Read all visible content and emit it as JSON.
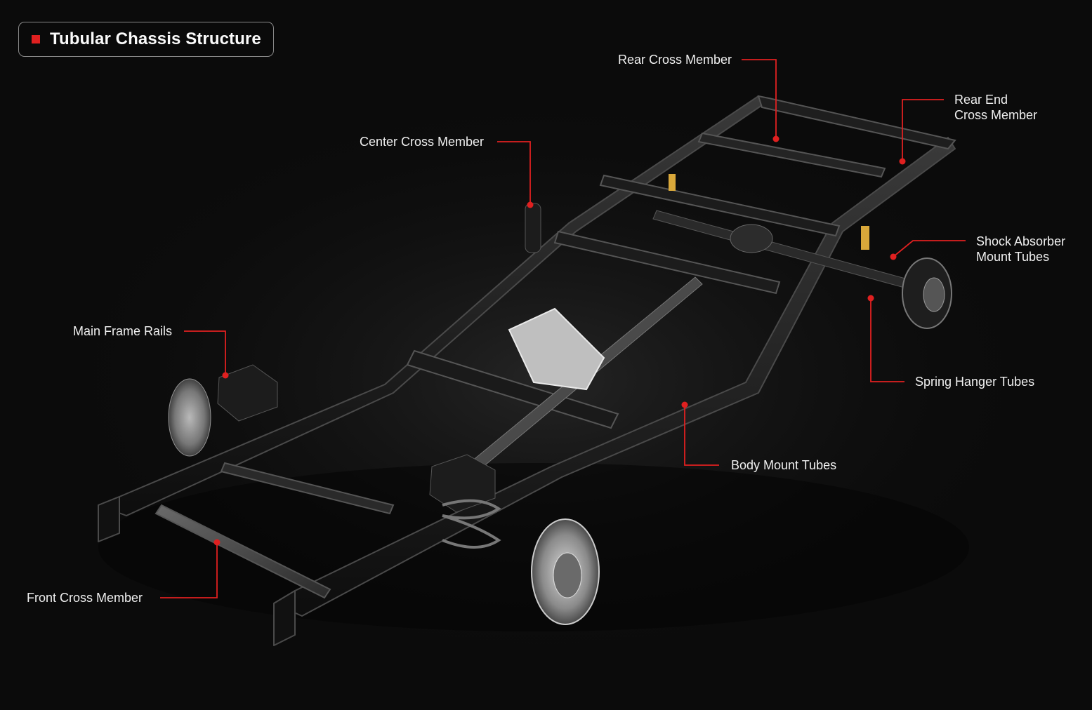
{
  "title": "Tubular Chassis Structure",
  "colors": {
    "accent": "#e02020",
    "frame": "#161616",
    "background": "#0b0b0b",
    "label": "#f0f0f0",
    "rotor": "#9a9a9a"
  },
  "callouts": [
    {
      "id": "rear-cross-member",
      "label": "Rear Cross Member"
    },
    {
      "id": "rear-end-cross-member",
      "label": "Rear End\nCross Member"
    },
    {
      "id": "center-cross-member",
      "label": "Center Cross Member"
    },
    {
      "id": "shock-absorber-mount-tubes",
      "label": "Shock Absorber\nMount Tubes"
    },
    {
      "id": "main-frame-rails",
      "label": "Main Frame Rails"
    },
    {
      "id": "spring-hanger-tubes",
      "label": "Spring Hanger Tubes"
    },
    {
      "id": "body-mount-tubes",
      "label": "Body Mount Tubes"
    },
    {
      "id": "front-cross-member",
      "label": "Front Cross Member"
    }
  ]
}
